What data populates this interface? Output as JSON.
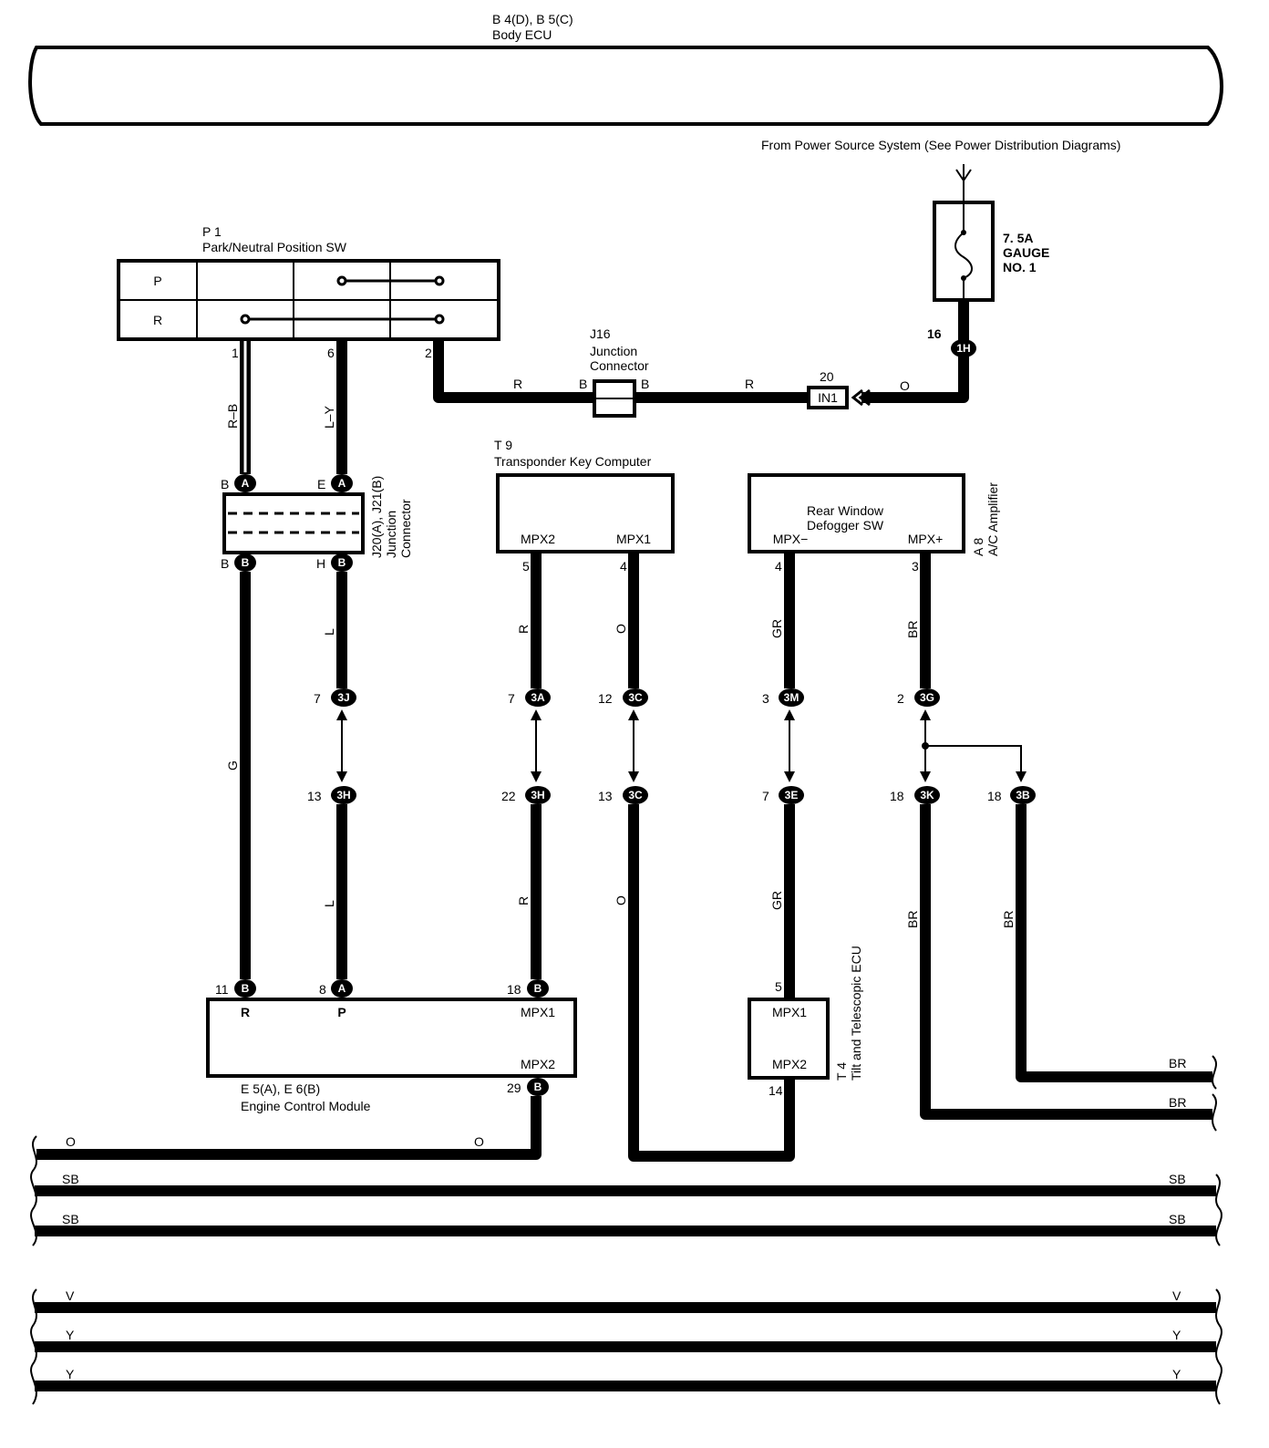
{
  "body_ecu": {
    "code": "B 4(D), B 5(C)",
    "name": "Body ECU"
  },
  "power_source": {
    "text": "From Power Source System (See Power Distribution Diagrams)"
  },
  "fuse": {
    "rating": "7. 5A",
    "name1": "GAUGE",
    "name2": "NO. 1"
  },
  "fuse_connector": {
    "pin": "16",
    "code": "1H"
  },
  "in_connector": {
    "pin": "20",
    "code": "IN1"
  },
  "p1": {
    "code": "P 1",
    "name": "Park/Neutral Position SW",
    "row_p": "P",
    "row_r": "R",
    "pin1": "1",
    "pin6": "6",
    "pin2": "2"
  },
  "j16": {
    "code": "J16",
    "name1": "Junction",
    "name2": "Connector",
    "left_b": "B",
    "right_b": "B"
  },
  "j20": {
    "code": "J20(A), J21(B)",
    "name1": "Junction",
    "name2": "Connector",
    "a_left_pin": "B",
    "a_right_pin": "E",
    "b_left_pin": "B",
    "b_right_pin": "H"
  },
  "t9": {
    "code": "T 9",
    "name": "Transponder Key Computer",
    "mpx2": "MPX2",
    "mpx1": "MPX1",
    "pin_mpx2": "5",
    "pin_mpx1": "4"
  },
  "a8": {
    "code": "A 8",
    "name": "A/C Amplifier",
    "inner1": "Rear Window",
    "inner2": "Defogger SW",
    "mpx_minus": "MPX−",
    "mpx_plus": "MPX+",
    "pin_minus": "4",
    "pin_plus": "3"
  },
  "ecm": {
    "code": "E 5(A), E 6(B)",
    "name": "Engine Control Module",
    "r": "R",
    "p": "P",
    "mpx1": "MPX1",
    "mpx2": "MPX2",
    "pin_r": "11",
    "pin_p": "8",
    "pin_mpx1": "18",
    "pin_mpx2": "29"
  },
  "t4": {
    "code": "T 4",
    "name": "Tilt and Telescopic ECU",
    "mpx1": "MPX1",
    "mpx2": "MPX2",
    "pin_mpx1": "5",
    "pin_mpx2": "14"
  },
  "wire_colors": {
    "rb": "R–B",
    "ly": "L–Y",
    "r": "R",
    "o": "O",
    "g": "G",
    "l": "L",
    "gr": "GR",
    "br": "BR",
    "sb": "SB",
    "v": "V",
    "y": "Y"
  },
  "connectors": {
    "c3j": {
      "pin": "7",
      "code": "3J"
    },
    "c3h_l": {
      "pin": "13",
      "code": "3H"
    },
    "c3a": {
      "pin": "7",
      "code": "3A"
    },
    "c3h_r": {
      "pin": "22",
      "code": "3H"
    },
    "c3c_top": {
      "pin": "12",
      "code": "3C"
    },
    "c3c_bot": {
      "pin": "13",
      "code": "3C"
    },
    "c3m": {
      "pin": "3",
      "code": "3M"
    },
    "c3e": {
      "pin": "7",
      "code": "3E"
    },
    "c3g": {
      "pin": "2",
      "code": "3G"
    },
    "c3k": {
      "pin": "18",
      "code": "3K"
    },
    "c3b": {
      "pin": "18",
      "code": "3B"
    },
    "a": "A",
    "b": "B"
  }
}
